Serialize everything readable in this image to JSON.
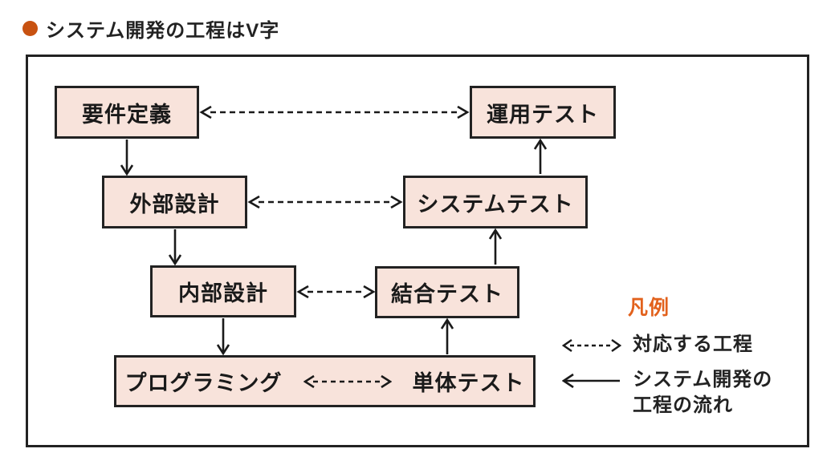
{
  "title": {
    "text": "システム開発の工程はV字"
  },
  "colors": {
    "title_bullet": "#C85211",
    "box_fill": "#F8E3DB",
    "box_border": "#222222",
    "arrow": "#1A1A1A",
    "legend_heading": "#E2611C",
    "background": "#FFFFFF"
  },
  "boxes": {
    "requirements": "要件定義",
    "operation_test": "運用テスト",
    "external_design": "外部設計",
    "system_test": "システムテスト",
    "internal_design": "内部設計",
    "integration_test": "結合テスト",
    "programming": "プログラミング",
    "unit_test": "単体テスト"
  },
  "legend": {
    "heading": "凡例",
    "items": [
      {
        "symbol": "dashed-double-arrow",
        "label": "対応する工程"
      },
      {
        "symbol": "solid-left-arrow",
        "label": "システム開発の\n工程の流れ"
      }
    ]
  }
}
